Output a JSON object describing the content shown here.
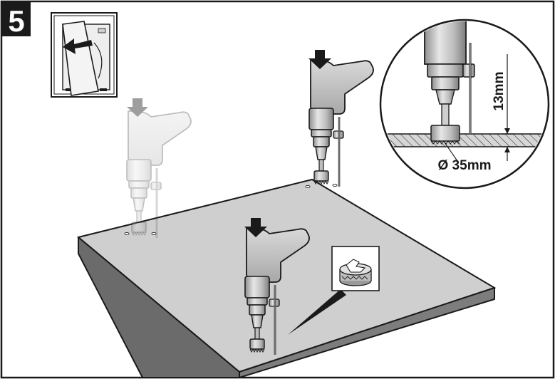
{
  "step": {
    "number": "5"
  },
  "detail": {
    "depth_label": "13mm",
    "diameter_label": "Ø 35mm"
  },
  "colors": {
    "line": "#1a1a1a",
    "board_top": "#cfcfcf",
    "board_edge": "#6b6b6b",
    "drill_light": "#cfcfcf",
    "drill_dark": "#9a9a9a",
    "ghost": "#e9e9e9",
    "ghost_arrow": "#9e9e9e"
  }
}
